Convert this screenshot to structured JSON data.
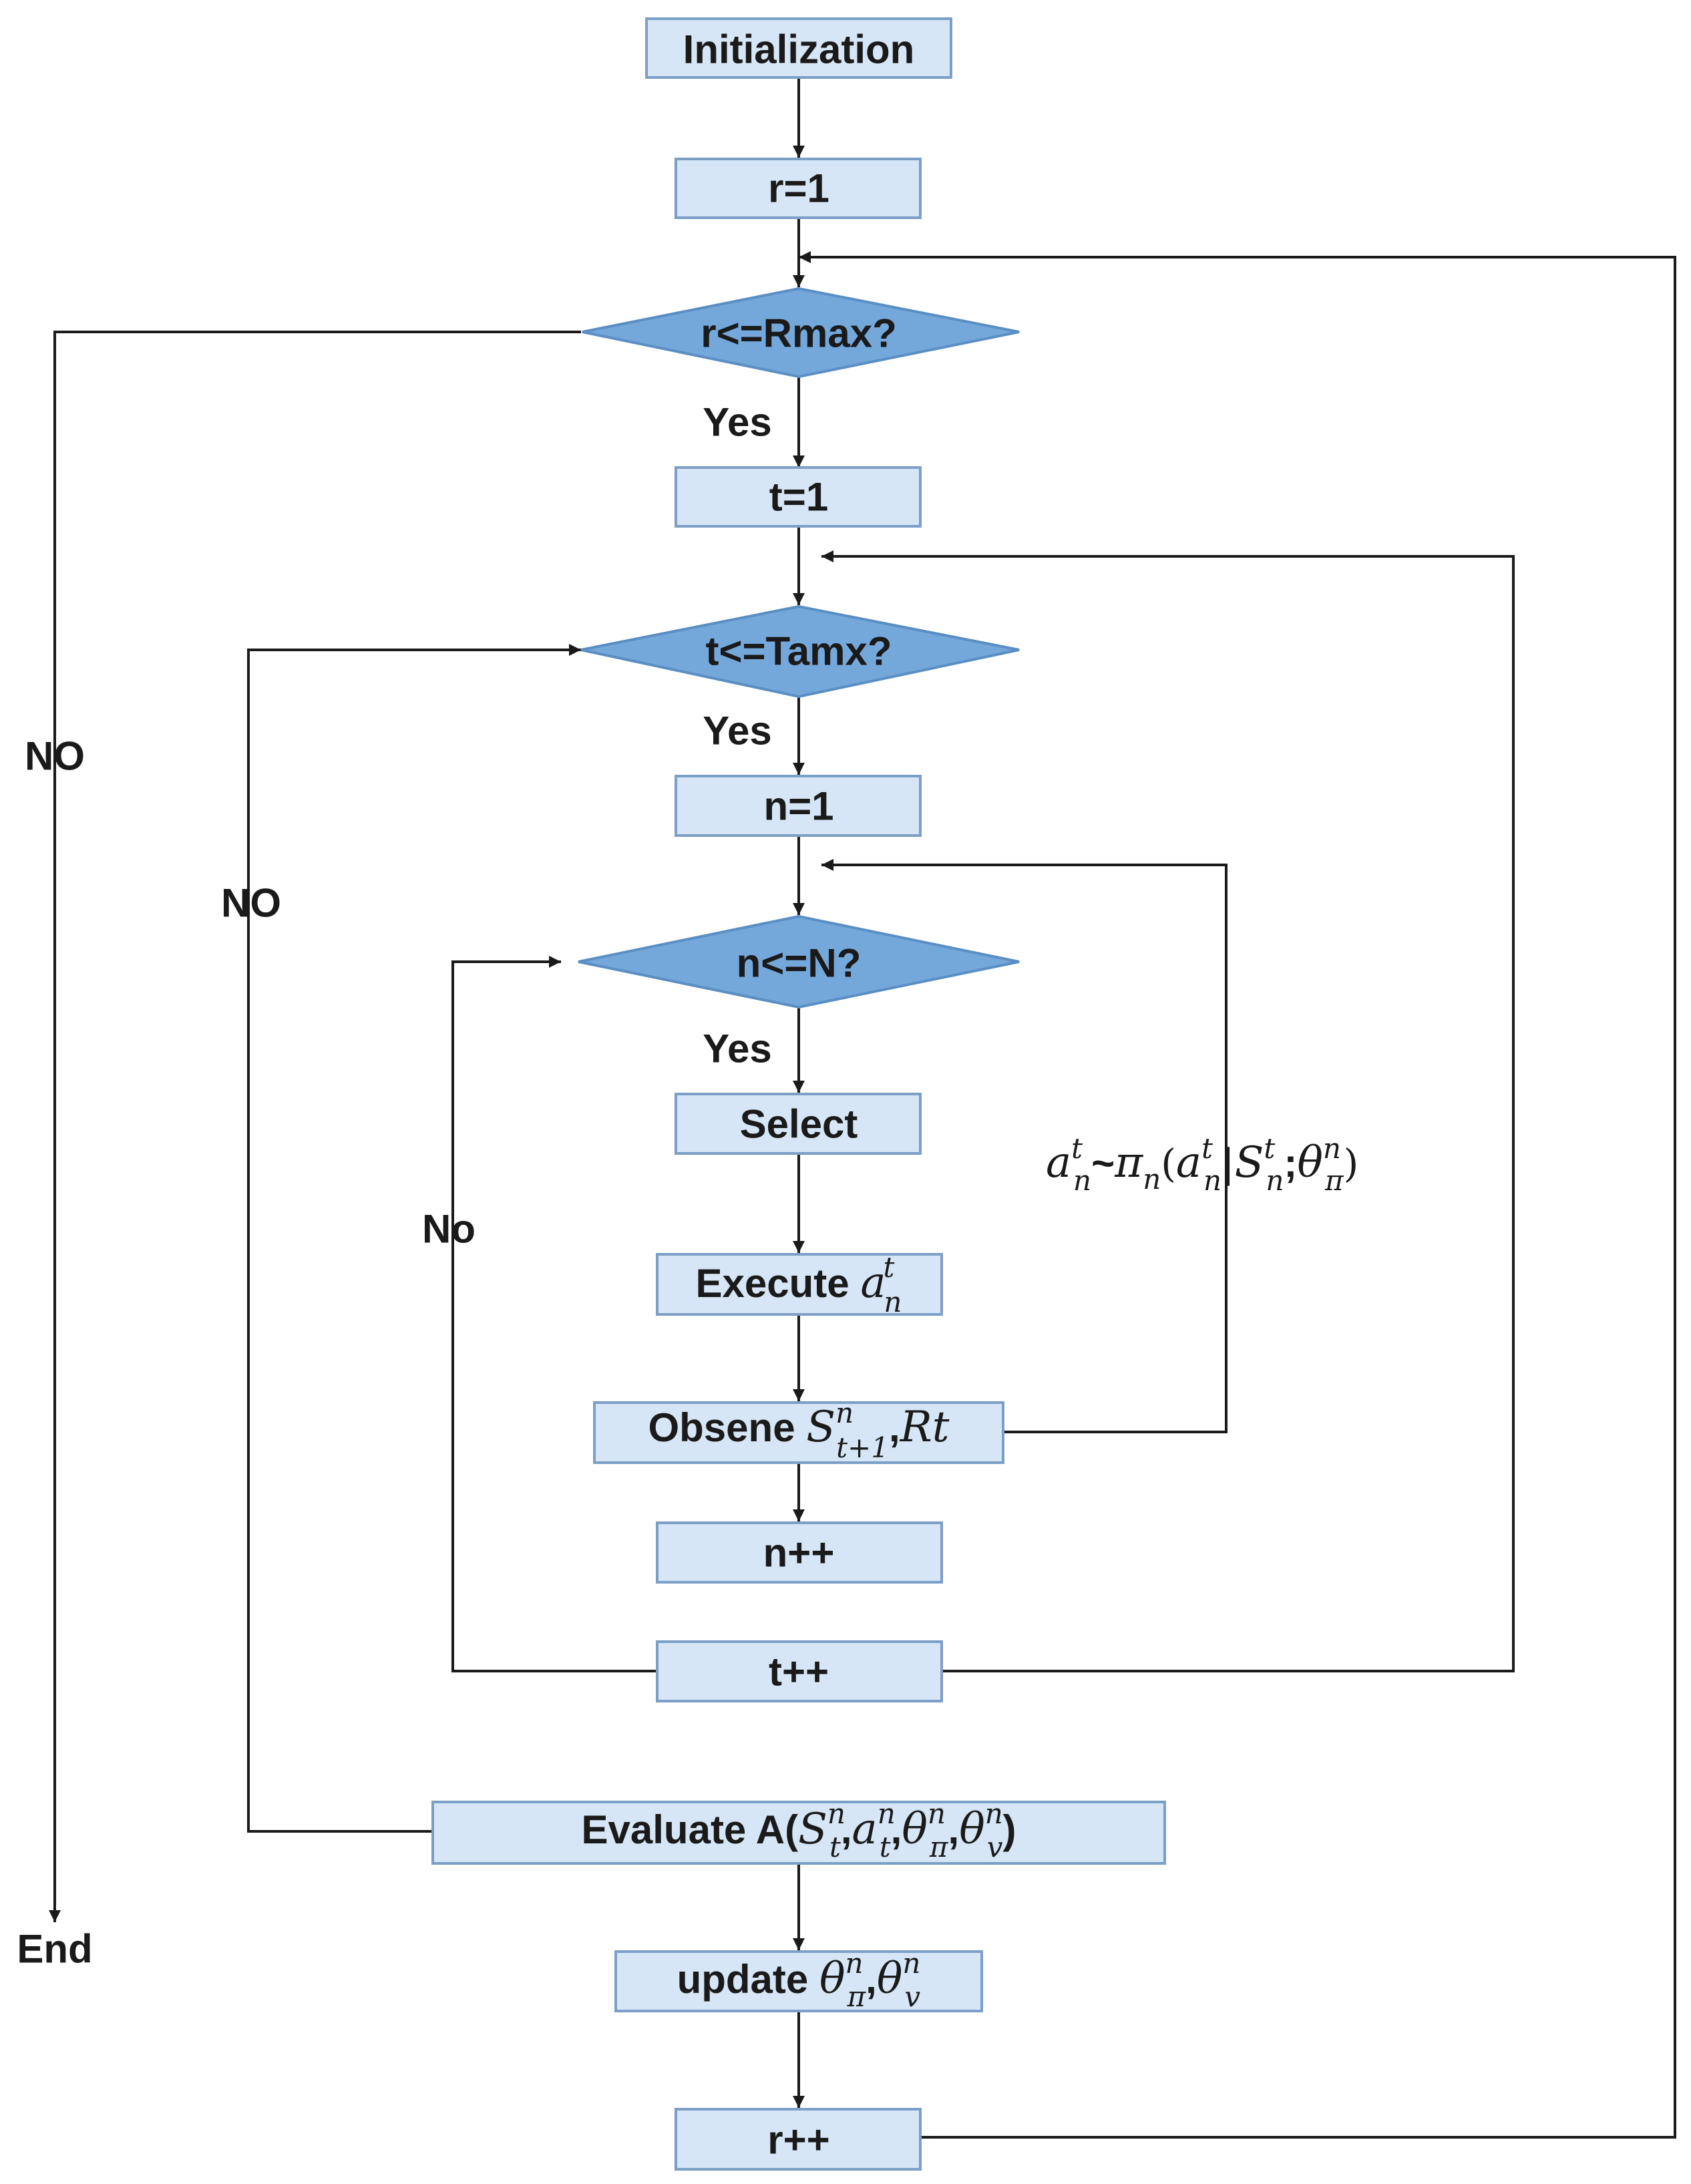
{
  "nodes": {
    "init": "Initialization",
    "r_init": "r=1",
    "r_cond": "r<=Rmax?",
    "t_init": "t=1",
    "t_cond": "t<=Tamx?",
    "n_init": "n=1",
    "n_cond": "n<=N?",
    "select": "Select",
    "execute_prefix": "Execute",
    "observe_prefix": "Obsene",
    "n_inc": "n++",
    "t_inc": "t++",
    "evaluate_prefix": "Evaluate A(",
    "update_prefix": "update",
    "r_inc": "r++"
  },
  "edge_labels": {
    "yes_r": "Yes",
    "yes_t": "Yes",
    "yes_n": "Yes",
    "no_r": "NO",
    "no_t": "NO",
    "no_n": "No",
    "end": "End"
  },
  "math": {
    "a": "a",
    "n": "n",
    "t": "t",
    "S": "S",
    "theta": "θ",
    "pi": "π",
    "v": "v",
    "tp1": "t+1",
    "Rt": "Rt",
    "comma": ",",
    "semicolon": ";",
    "bar": "|",
    "tilde": "~",
    "open_paren": "(",
    "close_paren": ")"
  },
  "colors": {
    "box_fill": "#d6e6f6",
    "box_border": "#7c9fc6",
    "diamond_fill": "#74a7da",
    "line": "#1a1a1a"
  }
}
